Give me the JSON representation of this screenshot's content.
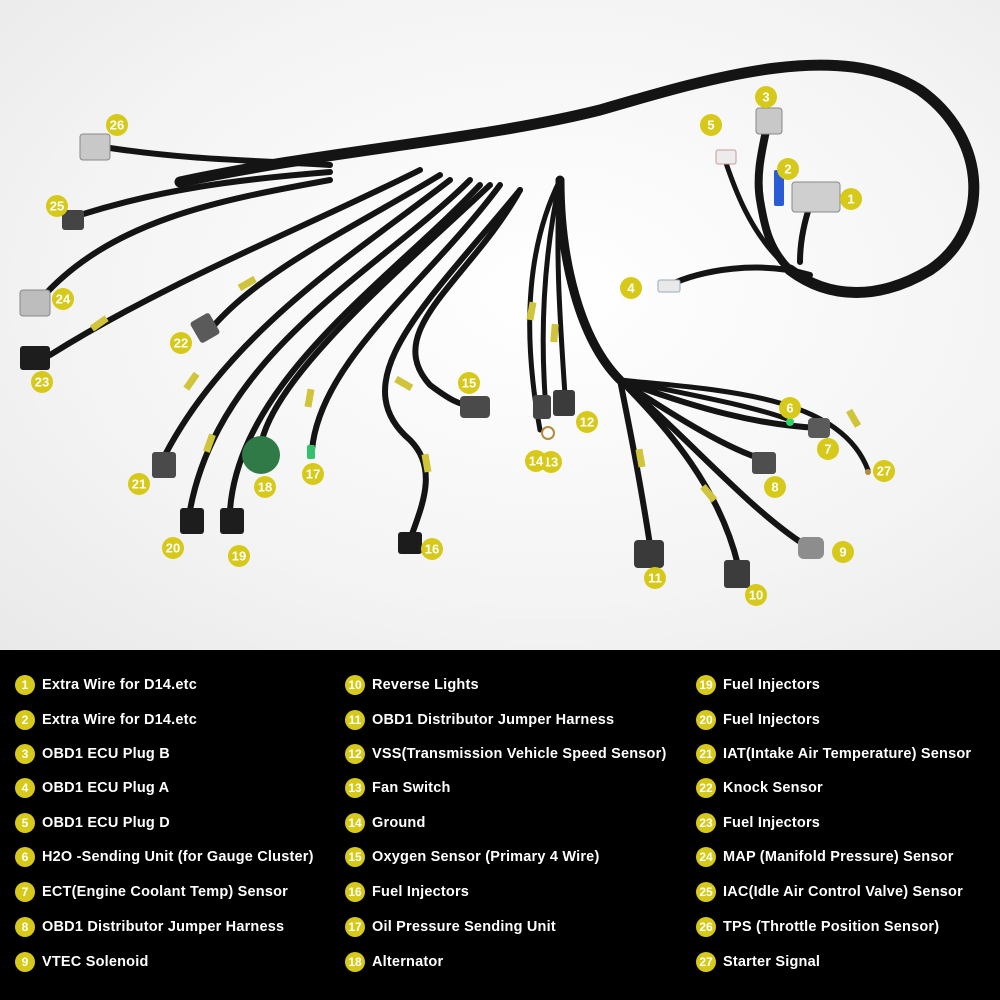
{
  "colors": {
    "badge": "#d7c91a",
    "legend_bg": "#000000",
    "wire": "#141414",
    "label_tape": "#cfc43a"
  },
  "callouts": [
    {
      "num": "1"
    },
    {
      "num": "2"
    },
    {
      "num": "3"
    },
    {
      "num": "4"
    },
    {
      "num": "5"
    },
    {
      "num": "6"
    },
    {
      "num": "7"
    },
    {
      "num": "8"
    },
    {
      "num": "9"
    },
    {
      "num": "10"
    },
    {
      "num": "11"
    },
    {
      "num": "12"
    },
    {
      "num": "13"
    },
    {
      "num": "14"
    },
    {
      "num": "15"
    },
    {
      "num": "16"
    },
    {
      "num": "17"
    },
    {
      "num": "18"
    },
    {
      "num": "19"
    },
    {
      "num": "20"
    },
    {
      "num": "21"
    },
    {
      "num": "22"
    },
    {
      "num": "23"
    },
    {
      "num": "24"
    },
    {
      "num": "25"
    },
    {
      "num": "26"
    },
    {
      "num": "27"
    }
  ],
  "legend": [
    {
      "num": "1",
      "label": "Extra Wire for D14.etc"
    },
    {
      "num": "2",
      "label": "Extra Wire for D14.etc"
    },
    {
      "num": "3",
      "label": "OBD1 ECU Plug B"
    },
    {
      "num": "4",
      "label": "OBD1 ECU Plug A"
    },
    {
      "num": "5",
      "label": "OBD1 ECU Plug D"
    },
    {
      "num": "6",
      "label": "H2O -Sending Unit (for Gauge Cluster)"
    },
    {
      "num": "7",
      "label": "ECT(Engine Coolant Temp) Sensor"
    },
    {
      "num": "8",
      "label": "OBD1 Distributor Jumper Harness"
    },
    {
      "num": "9",
      "label": "VTEC Solenoid"
    },
    {
      "num": "10",
      "label": "Reverse Lights"
    },
    {
      "num": "11",
      "label": "OBD1 Distributor Jumper Harness"
    },
    {
      "num": "12",
      "label": "VSS(Transmission Vehicle Speed Sensor)"
    },
    {
      "num": "13",
      "label": "Fan Switch"
    },
    {
      "num": "14",
      "label": "Ground"
    },
    {
      "num": "15",
      "label": "Oxygen Sensor (Primary 4 Wire)"
    },
    {
      "num": "16",
      "label": "Fuel Injectors"
    },
    {
      "num": "17",
      "label": "Oil Pressure Sending Unit"
    },
    {
      "num": "18",
      "label": "Alternator"
    },
    {
      "num": "19",
      "label": "Fuel Injectors"
    },
    {
      "num": "20",
      "label": "Fuel Injectors"
    },
    {
      "num": "21",
      "label": "IAT(Intake Air Temperature) Sensor"
    },
    {
      "num": "22",
      "label": "Knock Sensor"
    },
    {
      "num": "23",
      "label": "Fuel Injectors"
    },
    {
      "num": "24",
      "label": "MAP (Manifold Pressure) Sensor"
    },
    {
      "num": "25",
      "label": " IAC(Idle Air Control Valve) Sensor"
    },
    {
      "num": "26",
      "label": "TPS (Throttle Position Sensor)"
    },
    {
      "num": "27",
      "label": "Starter Signal"
    }
  ]
}
